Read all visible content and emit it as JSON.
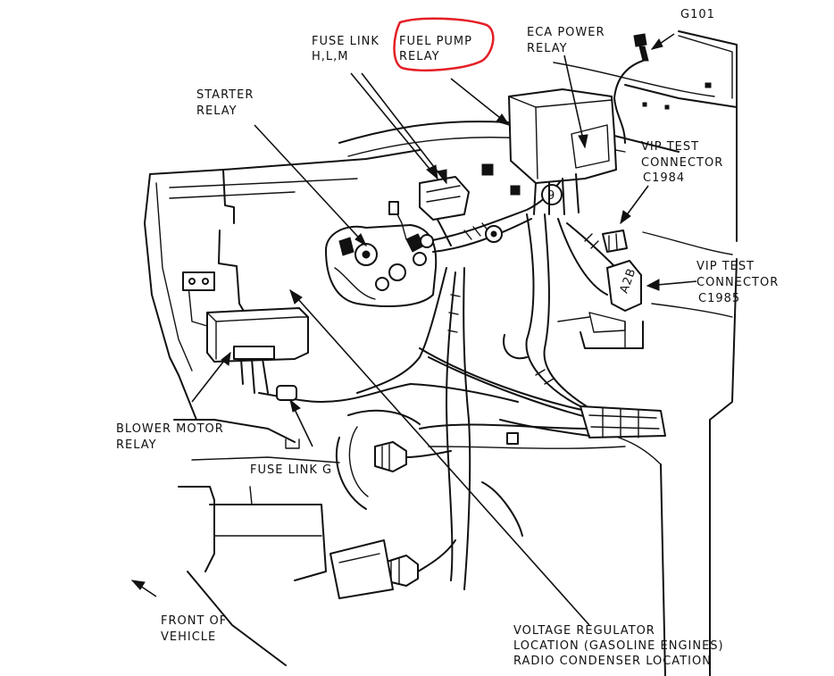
{
  "labels": {
    "g101": "G101",
    "fuse_link_hlm_1": "FUSE LINK",
    "fuse_link_hlm_2": "H,L,M",
    "fuel_pump_relay_1": "FUEL PUMP",
    "fuel_pump_relay_2": "RELAY",
    "eca_power_relay_1": "ECA POWER",
    "eca_power_relay_2": "RELAY",
    "starter_relay_1": "STARTER",
    "starter_relay_2": "RELAY",
    "vip_c1984_1": "VIP TEST",
    "vip_c1984_2": "CONNECTOR",
    "vip_c1984_3": "C1984",
    "vip_c1985_1": "VIP TEST",
    "vip_c1985_2": "CONNECTOR",
    "vip_c1985_3": "C1985",
    "blower_1": "BLOWER MOTOR",
    "blower_2": "RELAY",
    "fuse_link_g": "FUSE LINK G",
    "front_1": "FRONT OF",
    "front_2": "VEHICLE",
    "voltage_1": "VOLTAGE REGULATOR",
    "voltage_2": "LOCATION (GASOLINE ENGINES)",
    "voltage_3": "RADIO CONDENSER LOCATION",
    "callout_9": "9",
    "connector_marking": "A2B"
  },
  "highlight": {
    "color": "#e41e26",
    "target": "fuel pump relay"
  },
  "line_color": "#111111"
}
